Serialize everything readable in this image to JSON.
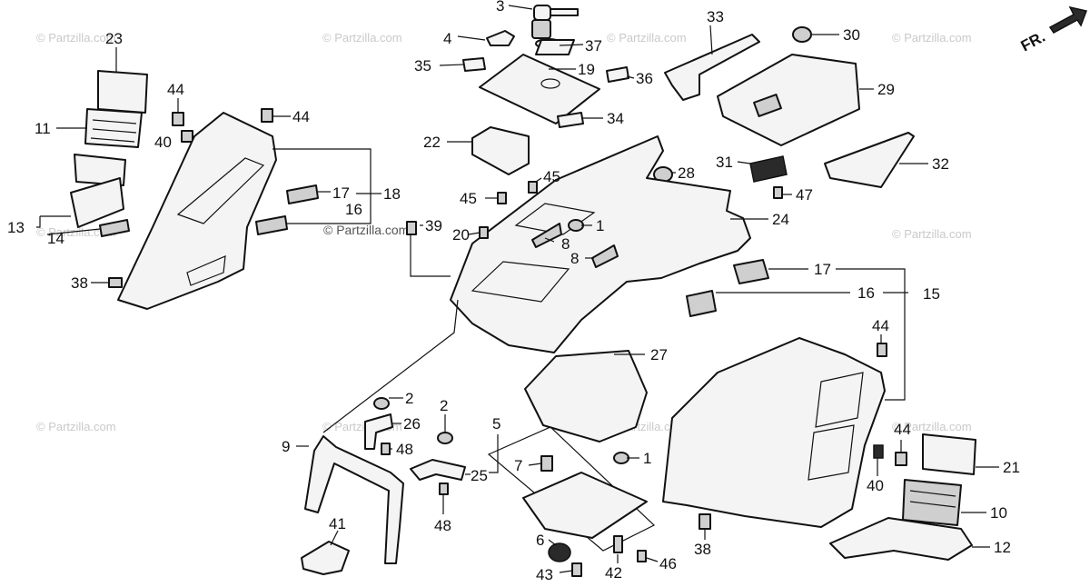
{
  "watermark": "© Partzilla.com",
  "direction_label": "FR.",
  "colors": {
    "ink": "#111111",
    "watermark": "#c9c9c9",
    "background": "#ffffff"
  },
  "callouts": [
    {
      "id": "c3",
      "text": "3"
    },
    {
      "id": "c4",
      "text": "4"
    },
    {
      "id": "c37",
      "text": "37"
    },
    {
      "id": "c35",
      "text": "35"
    },
    {
      "id": "c19",
      "text": "19"
    },
    {
      "id": "c36",
      "text": "36"
    },
    {
      "id": "c33",
      "text": "33"
    },
    {
      "id": "c30",
      "text": "30"
    },
    {
      "id": "c29",
      "text": "29"
    },
    {
      "id": "c34",
      "text": "34"
    },
    {
      "id": "c23",
      "text": "23"
    },
    {
      "id": "c44a",
      "text": "44"
    },
    {
      "id": "c44b",
      "text": "44"
    },
    {
      "id": "c11",
      "text": "11"
    },
    {
      "id": "c40a",
      "text": "40"
    },
    {
      "id": "c22",
      "text": "22"
    },
    {
      "id": "c31",
      "text": "31"
    },
    {
      "id": "c32",
      "text": "32"
    },
    {
      "id": "c28",
      "text": "28"
    },
    {
      "id": "c45a",
      "text": "45"
    },
    {
      "id": "c45b",
      "text": "45"
    },
    {
      "id": "c47",
      "text": "47"
    },
    {
      "id": "c17a",
      "text": "17"
    },
    {
      "id": "c18",
      "text": "18"
    },
    {
      "id": "c16a",
      "text": "16"
    },
    {
      "id": "c24",
      "text": "24"
    },
    {
      "id": "c13",
      "text": "13"
    },
    {
      "id": "c14",
      "text": "14"
    },
    {
      "id": "c39",
      "text": "39"
    },
    {
      "id": "c20",
      "text": "20"
    },
    {
      "id": "c1a",
      "text": "1"
    },
    {
      "id": "c8a",
      "text": "8"
    },
    {
      "id": "c8b",
      "text": "8"
    },
    {
      "id": "c17b",
      "text": "17"
    },
    {
      "id": "c16b",
      "text": "16"
    },
    {
      "id": "c15",
      "text": "15"
    },
    {
      "id": "c38a",
      "text": "38"
    },
    {
      "id": "c44c",
      "text": "44"
    },
    {
      "id": "c27",
      "text": "27"
    },
    {
      "id": "c2a",
      "text": "2"
    },
    {
      "id": "c2b",
      "text": "2"
    },
    {
      "id": "c26",
      "text": "26"
    },
    {
      "id": "c5",
      "text": "5"
    },
    {
      "id": "c9",
      "text": "9"
    },
    {
      "id": "c48a",
      "text": "48"
    },
    {
      "id": "c1b",
      "text": "1"
    },
    {
      "id": "c44d",
      "text": "44"
    },
    {
      "id": "c21",
      "text": "21"
    },
    {
      "id": "c7",
      "text": "7"
    },
    {
      "id": "c25",
      "text": "25"
    },
    {
      "id": "c40b",
      "text": "40"
    },
    {
      "id": "c10",
      "text": "10"
    },
    {
      "id": "c48b",
      "text": "48"
    },
    {
      "id": "c41",
      "text": "41"
    },
    {
      "id": "c38b",
      "text": "38"
    },
    {
      "id": "c6",
      "text": "6"
    },
    {
      "id": "c12",
      "text": "12"
    },
    {
      "id": "c43",
      "text": "43"
    },
    {
      "id": "c42",
      "text": "42"
    },
    {
      "id": "c46",
      "text": "46"
    }
  ]
}
